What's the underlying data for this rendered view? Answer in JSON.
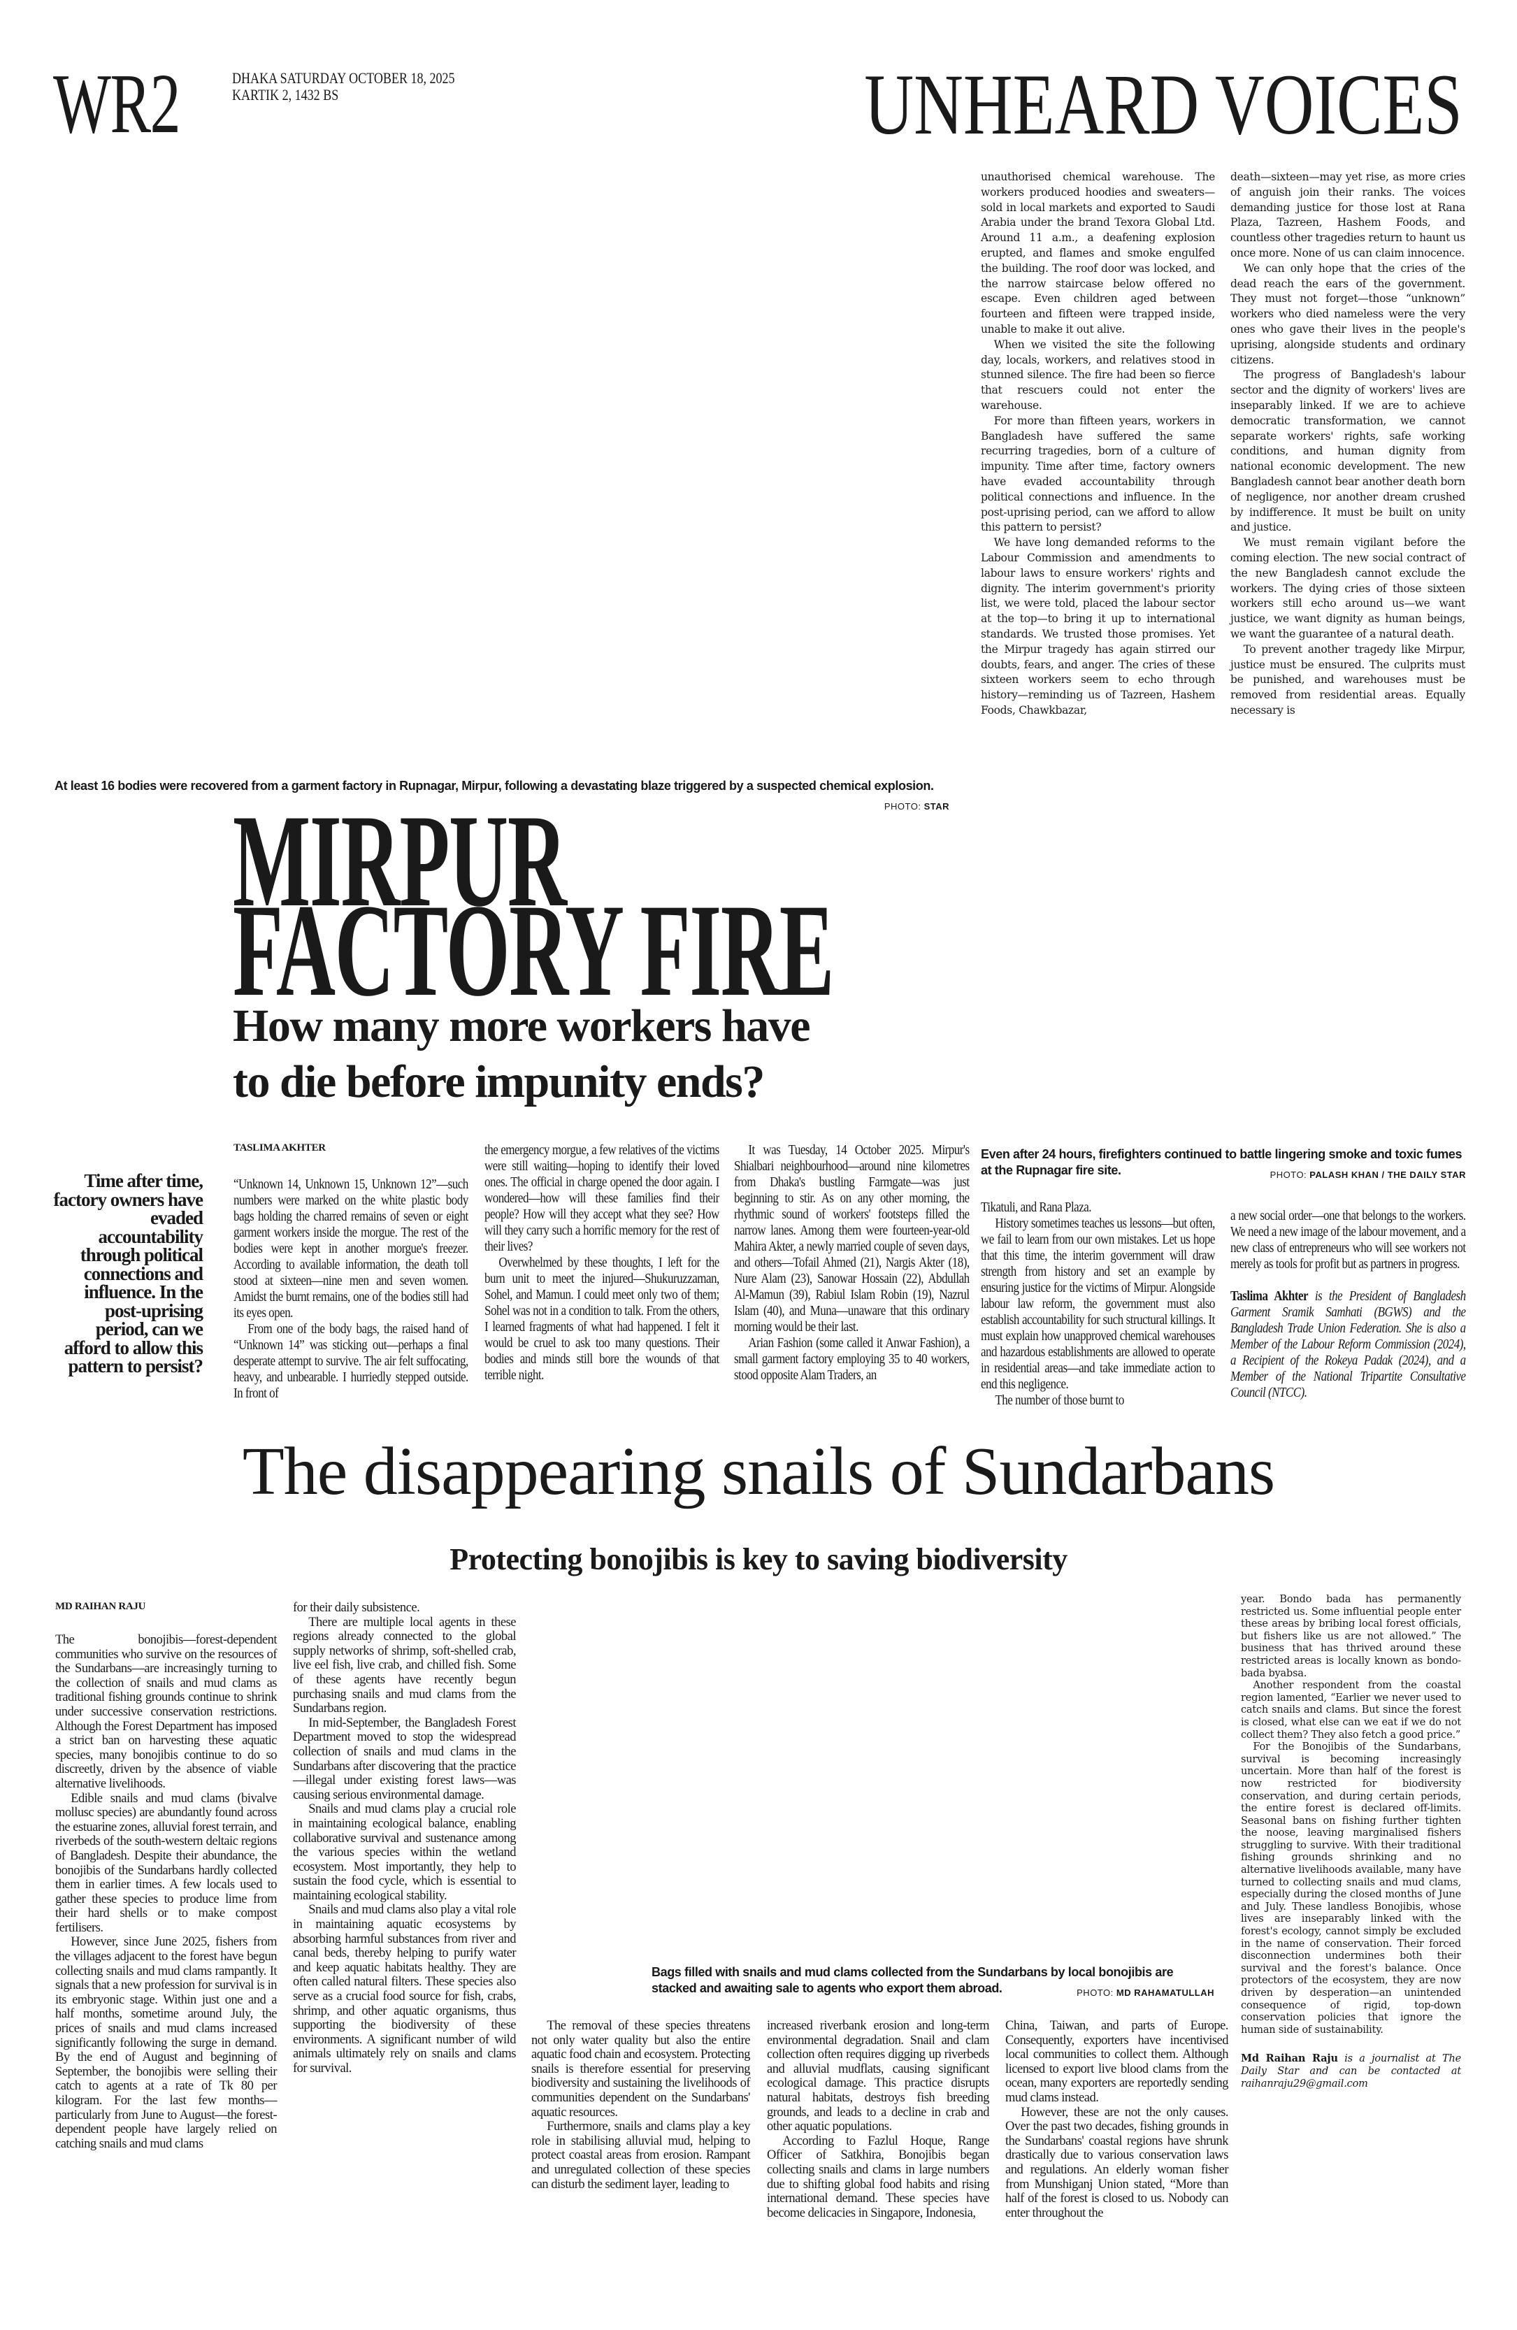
{
  "header": {
    "section_code": "WR2",
    "date_line1": "DHAKA SATURDAY OCTOBER 18, 2025",
    "date_line2": "KARTIK 2, 1432 BS",
    "section_title": "UNHEARD VOICES"
  },
  "mirpur": {
    "photo1_caption": "At least 16 bodies were recovered from a garment factory in Rupnagar, Mirpur, following a devastating blaze triggered by a suspected chemical explosion.",
    "photo1_credit_label": "PHOTO:",
    "photo1_credit": "STAR",
    "top_col_a": [
      "unauthorised chemical warehouse. The workers produced hoodies and sweaters—sold in local markets and exported to Saudi Arabia under the brand Texora Global Ltd. Around 11 a.m., a deafening explosion erupted, and flames and smoke engulfed the building. The roof door was locked, and the narrow staircase below offered no escape. Even children aged between fourteen and fifteen were trapped inside, unable to make it out alive.",
      "When we visited the site the following day, locals, workers, and relatives stood in stunned silence. The fire had been so fierce that rescuers could not enter the warehouse.",
      "For more than fifteen years, workers in Bangladesh have suffered the same recurring tragedies, born of a culture of impunity. Time after time, factory owners have evaded accountability through political connections and influence. In the post-uprising period, can we afford to allow this pattern to persist?",
      "We have long demanded reforms to the Labour Commission and amendments to labour laws to ensure workers' rights and dignity. The interim government's priority list, we were told, placed the labour sector at the top—to bring it up to international standards. We trusted those promises. Yet the Mirpur tragedy has again stirred our doubts, fears, and anger. The cries of these sixteen workers seem to echo through history—reminding us of Tazreen, Hashem Foods, Chawkbazar,"
    ],
    "top_col_b": [
      "death—sixteen—may yet rise, as more cries of anguish join their ranks. The voices demanding justice for those lost at Rana Plaza, Tazreen, Hashem Foods, and countless other tragedies return to haunt us once more. None of us can claim innocence.",
      "We can only hope that the cries of the dead reach the ears of the government. They must not forget—those “unknown” workers who died nameless were the very ones who gave their lives in the people's uprising, alongside students and ordinary citizens.",
      "The progress of Bangladesh's labour sector and the dignity of workers' lives are inseparably linked. If we are to achieve democratic transformation, we cannot separate workers' rights, safe working conditions, and human dignity from national economic development. The new Bangladesh cannot bear another death born of negligence, nor another dream crushed by indifference. It must be built on unity and justice.",
      "We must remain vigilant before the coming election. The new social contract of the new Bangladesh cannot exclude the workers. The dying cries of those sixteen workers still echo around us—we want justice, we want dignity as human beings, we want the guarantee of a natural death.",
      "To prevent another tragedy like Mirpur, justice must be ensured. The culprits must be punished, and warehouses must be removed from residential areas. Equally necessary is"
    ],
    "headline_line1": "MIRPUR",
    "headline_line2": "FACTORY FIRE",
    "subheadline_line1": "How many more workers have",
    "subheadline_line2": "to die before impunity ends?",
    "byline": "TASLIMA AKHTER",
    "pull_quote": "Time after time, factory owners have evaded accountability through political connections and influence. In the post-uprising period, can we afford to allow this pattern to persist?",
    "col1": [
      "“Unknown 14, Unknown 15, Unknown 12”—such numbers were marked on the white plastic body bags holding the charred remains of seven or eight garment workers inside the morgue. The rest of the bodies were kept in another morgue's freezer. According to available information, the death toll stood at sixteen—nine men and seven women. Amidst the burnt remains, one of the bodies still had its eyes open.",
      "From one of the body bags, the raised hand of “Unknown 14” was sticking out—perhaps a final desperate attempt to survive. The air felt suffocating, heavy, and unbearable. I hurriedly stepped outside. In front of"
    ],
    "col2": [
      "the emergency morgue, a few relatives of the victims were still waiting—hoping to identify their loved ones. The official in charge opened the door again. I wondered—how will these families find their people? How will they accept what they see? How will they carry such a horrific memory for the rest of their lives?",
      "Overwhelmed by these thoughts, I left for the burn unit to meet the injured—Shukuruzzaman, Sohel, and Mamun. I could meet only two of them; Sohel was not in a condition to talk. From the others, I learned fragments of what had happened. I felt it would be cruel to ask too many questions. Their bodies and minds still bore the wounds of that terrible night."
    ],
    "col3": [
      "It was Tuesday, 14 October 2025. Mirpur's Shialbari neighbourhood—around nine kilometres from Dhaka's bustling Farmgate—was just beginning to stir. As on any other morning, the rhythmic sound of workers' footsteps filled the narrow lanes. Among them were fourteen-year-old Mahira Akter, a newly married couple of seven days, and others—Tofail Ahmed (21), Nargis Akter (18), Nure Alam (23), Sanowar Hossain (22), Abdullah Al-Mamun (39), Rabiul Islam Robin (19), Nazrul Islam (40), and Muna—unaware that this ordinary morning would be their last.",
      "Arian Fashion (some called it Anwar Fashion), a small garment factory employing 35 to 40 workers, stood opposite Alam Traders, an"
    ],
    "photo2_caption": "Even after 24 hours, firefighters continued to battle lingering smoke and toxic fumes at the Rupnagar fire site.",
    "photo2_credit_label": "PHOTO:",
    "photo2_credit": "PALASH KHAN / THE DAILY STAR",
    "col4": [
      "Tikatuli, and Rana Plaza.",
      "History sometimes teaches us lessons—but often, we fail to learn from our own mistakes. Let us hope that this time, the interim government will draw strength from history and set an example by ensuring justice for the victims of Mirpur. Alongside labour law reform, the government must also establish accountability for such structural killings. It must explain how unapproved chemical warehouses and hazardous establishments are allowed to operate in residential areas—and take immediate action to end this negligence.",
      "The number of those burnt to"
    ],
    "col5": [
      "a new social order—one that belongs to the workers. We need a new image of the labour movement, and a new class of entrepreneurs who will see workers not merely as tools for profit but as partners in progress."
    ],
    "bio_name": "Taslima Akhter",
    "bio_text": " is the President of Bangladesh Garment Sramik Samhati (BGWS) and the Bangladesh Trade Union Federation. She is also a Member of the Labour Reform Commission (2024), a Recipient of the Rokeya Padak (2024), and a Member of the National Tripartite Consultative Council (NTCC)."
  },
  "snails": {
    "headline": "The disappearing snails of Sundarbans",
    "subheadline": "Protecting bonojibis is key to saving biodiversity",
    "byline": "MD RAIHAN RAJU",
    "col1": [
      "The bonojibis—forest-dependent communities who survive on the resources of the Sundarbans—are increasingly turning to the collection of snails and mud clams as traditional fishing grounds continue to shrink under successive conservation restrictions. Although the Forest Department has imposed a strict ban on harvesting these aquatic species, many bonojibis continue to do so discreetly, driven by the absence of viable alternative livelihoods.",
      "Edible snails and mud clams (bivalve mollusc species) are abundantly found across the estuarine zones, alluvial forest terrain, and riverbeds of the south-western deltaic regions of Bangladesh. Despite their abundance, the bonojibis of the Sundarbans hardly collected them in earlier times. A few locals used to gather these species to produce lime from their hard shells or to make compost fertilisers.",
      "However, since June 2025, fishers from the villages adjacent to the forest have begun collecting snails and mud clams rampantly. It signals that a new profession for survival is in its embryonic stage. Within just one and a half months, sometime around July, the prices of snails and mud clams increased significantly following the surge in demand. By the end of August and beginning of September, the bonojibis were selling their catch to agents at a rate of Tk 80 per kilogram. For the last few months—particularly from June to August—the forest-dependent people have largely relied on catching snails and mud clams"
    ],
    "col2": [
      "for their daily subsistence.",
      "There are multiple local agents in these regions already connected to the global supply networks of shrimp, soft-shelled crab, live eel fish, live crab, and chilled fish. Some of these agents have recently begun purchasing snails and mud clams from the Sundarbans region.",
      "In mid-September, the Bangladesh Forest Department moved to stop the widespread collection of snails and mud clams in the Sundarbans after discovering that the practice—illegal under existing forest laws—was causing serious environmental damage.",
      "Snails and mud clams play a crucial role in maintaining ecological balance, enabling collaborative survival and sustenance among the various species within the wetland ecosystem. Most importantly, they help to sustain the food cycle, which is essential to maintaining ecological stability.",
      "Snails and mud clams also play a vital role in maintaining aquatic ecosystems by absorbing harmful substances from river and canal beds, thereby helping to purify water and keep aquatic habitats healthy. They are often called natural filters. These species also serve as a crucial food source for fish, crabs, shrimp, and other aquatic organisms, thus supporting the biodiversity of these environments. A significant number of wild animals ultimately rely on snails and clams for survival."
    ],
    "photo_caption": "Bags filled with snails and mud clams collected from the Sundarbans by local bonojibis are stacked and awaiting sale to agents who export them abroad.",
    "photo_credit_label": "PHOTO:",
    "photo_credit": "MD RAHAMATULLAH",
    "col3": [
      "The removal of these species threatens not only water quality but also the entire aquatic food chain and ecosystem. Protecting snails is therefore essential for preserving biodiversity and sustaining the livelihoods of communities dependent on the Sundarbans' aquatic resources.",
      "Furthermore, snails and clams play a key role in stabilising alluvial mud, helping to protect coastal areas from erosion. Rampant and unregulated collection of these species can disturb the sediment layer, leading to"
    ],
    "col4": [
      "increased riverbank erosion and long-term environmental degradation. Snail and clam collection often requires digging up riverbeds and alluvial mudflats, causing significant ecological damage. This practice disrupts natural habitats, destroys fish breeding grounds, and leads to a decline in crab and other aquatic populations.",
      "According to Fazlul Hoque, Range Officer of Satkhira, Bonojibis began collecting snails and clams in large numbers due to shifting global food habits and rising international demand. These species have become delicacies in Singapore, Indonesia,"
    ],
    "col5": [
      "China, Taiwan, and parts of Europe. Consequently, exporters have incentivised local communities to collect them. Although licensed to export live blood clams from the ocean, many exporters are reportedly sending mud clams instead.",
      "However, these are not the only causes. Over the past two decades, fishing grounds in the Sundarbans' coastal regions have shrunk drastically due to various conservation laws and regulations. An elderly woman fisher from Munshiganj Union stated, “More than half of the forest is closed to us. Nobody can enter throughout the"
    ],
    "col6": [
      "year. Bondo bada has permanently restricted us. Some influential people enter these areas by bribing local forest officials, but fishers like us are not allowed.” The business that has thrived around these restricted areas is locally known as bondo-bada byabsa.",
      "Another respondent from the coastal region lamented, “Earlier we never used to catch snails and clams. But since the forest is closed, what else can we eat if we do not collect them? They also fetch a good price.”",
      "For the Bonojibis of the Sundarbans, survival is becoming increasingly uncertain. More than half of the forest is now restricted for biodiversity conservation, and during certain periods, the entire forest is declared off-limits. Seasonal bans on fishing further tighten the noose, leaving marginalised fishers struggling to survive. With their traditional fishing grounds shrinking and no alternative livelihoods available, many have turned to collecting snails and mud clams, especially during the closed months of June and July. These landless Bonojibis, whose lives are inseparably linked with the forest's ecology, cannot simply be excluded in the name of conservation. Their forced disconnection undermines both their survival and the forest's balance. Once protectors of the ecosystem, they are now driven by desperation—an unintended consequence of rigid, top-down conservation policies that ignore the human side of sustainability."
    ],
    "bio_name": "Md Raihan Raju",
    "bio_text": " is a journalist at The Daily Star and can be contacted at raihanraju29@gmail.com"
  }
}
